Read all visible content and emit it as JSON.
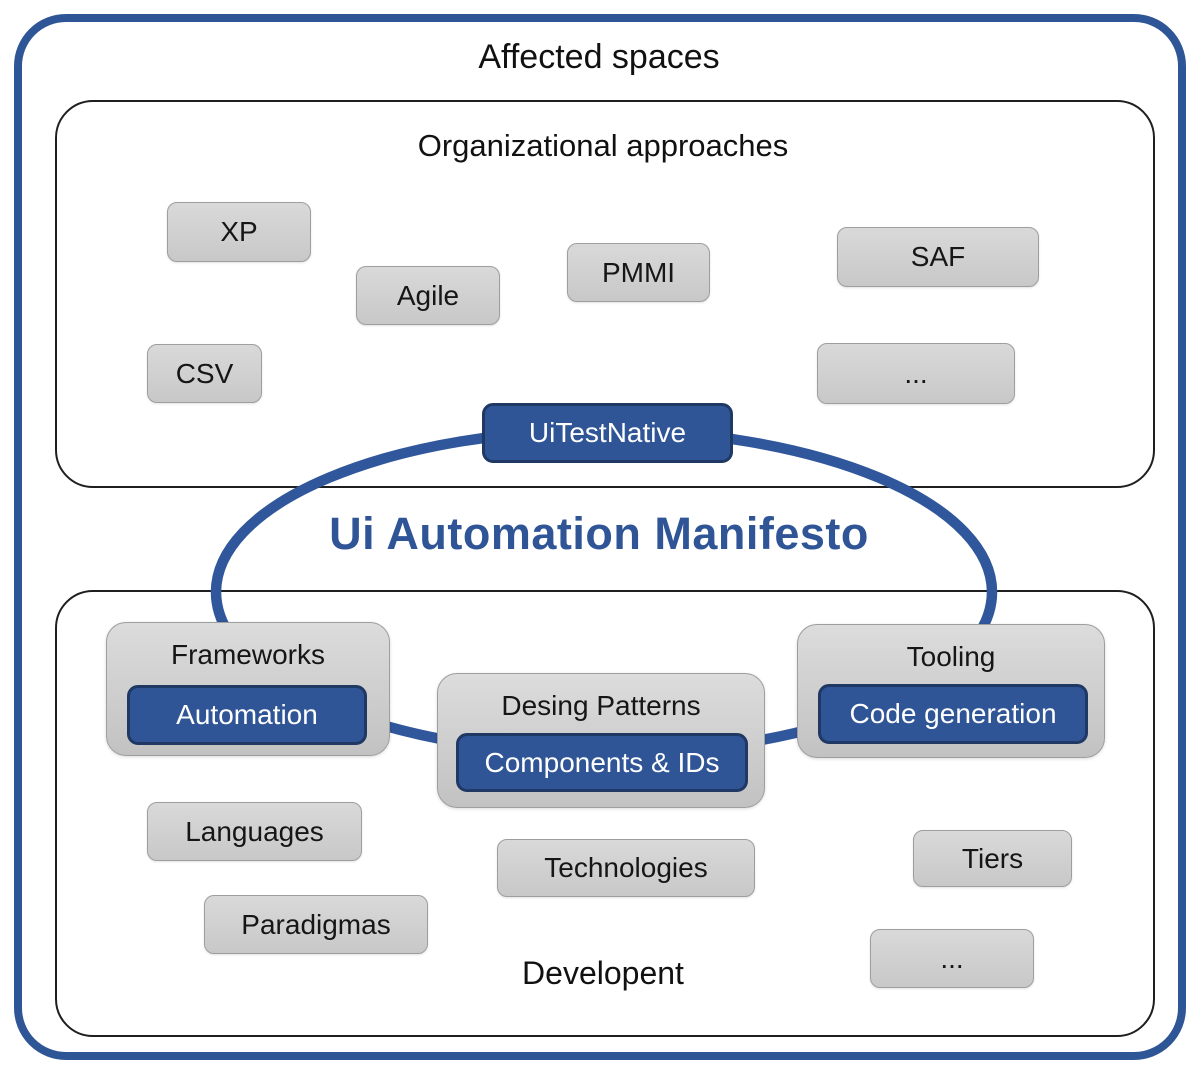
{
  "diagram": {
    "title": "Affected spaces",
    "center": {
      "manifesto": "Ui Automation Manifesto",
      "bridge_chip": "UiTestNative"
    },
    "colors": {
      "accent_blue": "#2F5597",
      "accent_blue_border": "#1F3864",
      "ellipse_blue": "#30579B",
      "chip_gray": "#D2D2D2"
    },
    "organizational": {
      "title": "Organizational approaches",
      "chips": [
        "XP",
        "Agile",
        "PMMI",
        "SAF",
        "CSV",
        "..."
      ]
    },
    "development": {
      "title": "Developent",
      "groups": [
        {
          "label": "Frameworks",
          "chip": "Automation"
        },
        {
          "label": "Desing Patterns",
          "chip": "Components & IDs"
        },
        {
          "label": "Tooling",
          "chip": "Code generation"
        }
      ],
      "chips": [
        "Languages",
        "Technologies",
        "Paradigmas",
        "Tiers",
        "..."
      ]
    }
  }
}
